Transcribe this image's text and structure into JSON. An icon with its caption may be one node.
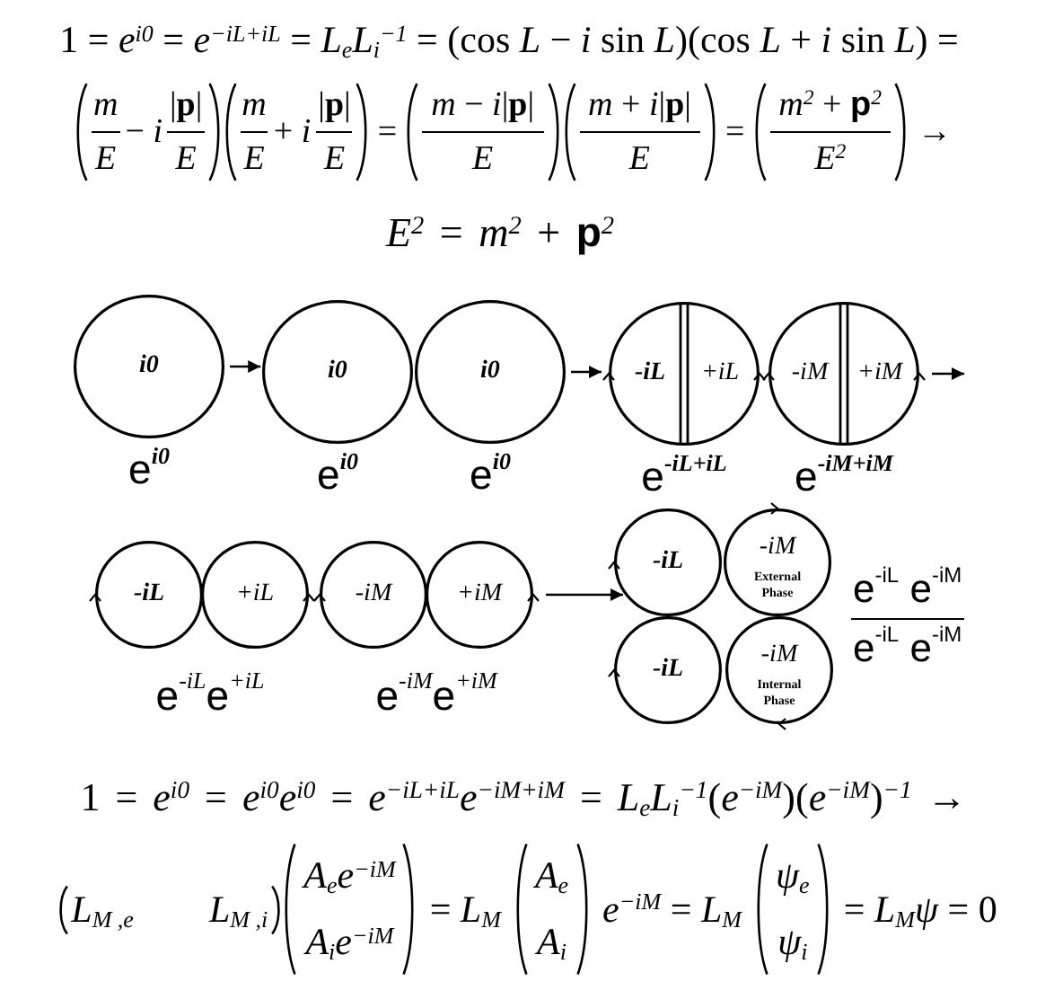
{
  "diagram": {
    "nodes": [
      {
        "text": [
          "i0"
        ],
        "beside": [
          "e$^{i0}$"
        ]
      },
      {
        "text": [
          "i0"
        ],
        "beside": [
          "e$^{i0}$"
        ]
      },
      {
        "text": [
          "i0"
        ],
        "beside": [
          "e$^{i0}$"
        ]
      },
      {
        "text": [
          "-iL",
          "+iL"
        ],
        "beside": [
          "e$^{-iL+iL}$"
        ]
      },
      {
        "text": [
          "-iM",
          "+iM"
        ],
        "beside": [
          "e$^{-iM+iM}$"
        ]
      },
      {
        "text": [
          "-iL"
        ]
      },
      {
        "text": [
          "+iL"
        ]
      },
      {
        "text": [
          "-iM"
        ]
      },
      {
        "text": [
          "+iM"
        ]
      },
      {
        "text": [
          "-iL"
        ]
      },
      {
        "text": [
          "-iM",
          "External Phase"
        ]
      },
      {
        "text": [
          "-iL"
        ]
      },
      {
        "text": [
          "-iM",
          "Internal Phase"
        ]
      }
    ],
    "edges": [
      {
        "from": 0,
        "to": 1,
        "arrow": "to"
      },
      {
        "from": 2,
        "to": 3,
        "arrow": "to"
      },
      {
        "from": 4,
        "to": null,
        "arrow": "to"
      },
      {
        "from": 8,
        "to": 9,
        "arrow": "to"
      }
    ],
    "labels": [
      "1 = *e*$^{i0}$ = *e*$^{−iL+iL}$ = *L*$_{e}$*L*$_{i}$$^{−1}$ = (cos *L* − *i* sin *L*)(cos *L* + *i* sin *L*) =",
      "*m*",
      "*E*",
      "− *i*",
      "|**p**|",
      "*E*",
      "*m*",
      "*E*",
      "+ *i*",
      "|**p**|",
      "*E*",
      "=",
      "*m* − *i*|**p**|",
      "*E*",
      "*m* + *i*|**p**|",
      "*E*",
      "=",
      "*m*$^{2}$ + **p**$^{2}$",
      "*E*$^{2}$",
      "→",
      "*E*$^{2}$ = *m*$^{2}$ + **p**$^{2}$",
      "e$^{-iL}$ e$^{-iM}$",
      "e$^{-iL}$ e$^{-iM}$",
      "e$^{-iL}$e$^{+iL}$",
      "e$^{-iM}$e$^{+iM}$",
      "1 = *e*$^{i0}$ = *e*$^{i0}$*e*$^{i0}$ = *e*$^{−iL+iL}$*e*$^{−iM+iM}$ = *L*$_{e}$*L*$_{i}$$^{−1}$(*e*$^{−iM}$)(*e*$^{−iM}$)$^{−1}$ →",
      "*L*$_{M ,e}$",
      "*L*$_{M ,i}$",
      "*A*$_{e}$*e*$^{−iM}$",
      "*A*$_{i}$*e*$^{−iM}$",
      "= *L*$_{M}$",
      "*A*$_{e}$",
      "*A*$_{i}$",
      "*e*$^{−iM}$ = *L*$_{M}$",
      "*ψ*$_{e}$",
      "*ψ*$_{i}$",
      "= *L*$_{M}$*ψ* = 0"
    ]
  }
}
